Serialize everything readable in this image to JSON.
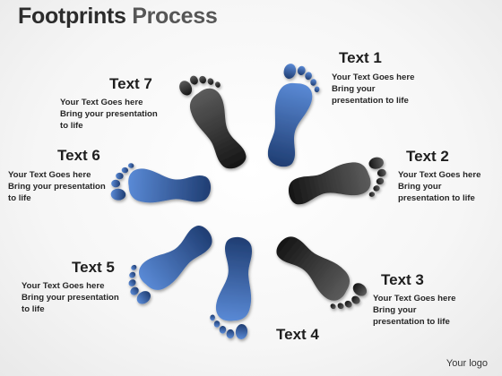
{
  "title": {
    "part1": "Footprints",
    "part2": "Process"
  },
  "steps": [
    {
      "label": "Text 1",
      "desc": [
        "Your Text Goes here",
        "Bring your",
        "presentation to life"
      ]
    },
    {
      "label": "Text 2",
      "desc": [
        "Your Text Goes here",
        "Bring your",
        "presentation to life"
      ]
    },
    {
      "label": "Text 3",
      "desc": [
        "Your Text Goes here",
        "Bring your",
        "presentation to life"
      ]
    },
    {
      "label": "Text 4"
    },
    {
      "label": "Text 5",
      "desc": [
        "Your Text Goes here",
        "Bring your presentation",
        "to life"
      ]
    },
    {
      "label": "Text 6",
      "desc": [
        "Your Text Goes here",
        "Bring your presentation",
        "to life"
      ]
    },
    {
      "label": "Text 7",
      "desc": [
        "Your Text Goes here",
        "Bring your presentation",
        "to life"
      ]
    }
  ],
  "logo": "Your logo",
  "colors": {
    "blue": "#3f6bb3",
    "blue_light": "#5a8ad6",
    "blue_dark": "#1f3d72",
    "gray": "#4a4a4a",
    "gray_dark": "#1a1a1a"
  }
}
